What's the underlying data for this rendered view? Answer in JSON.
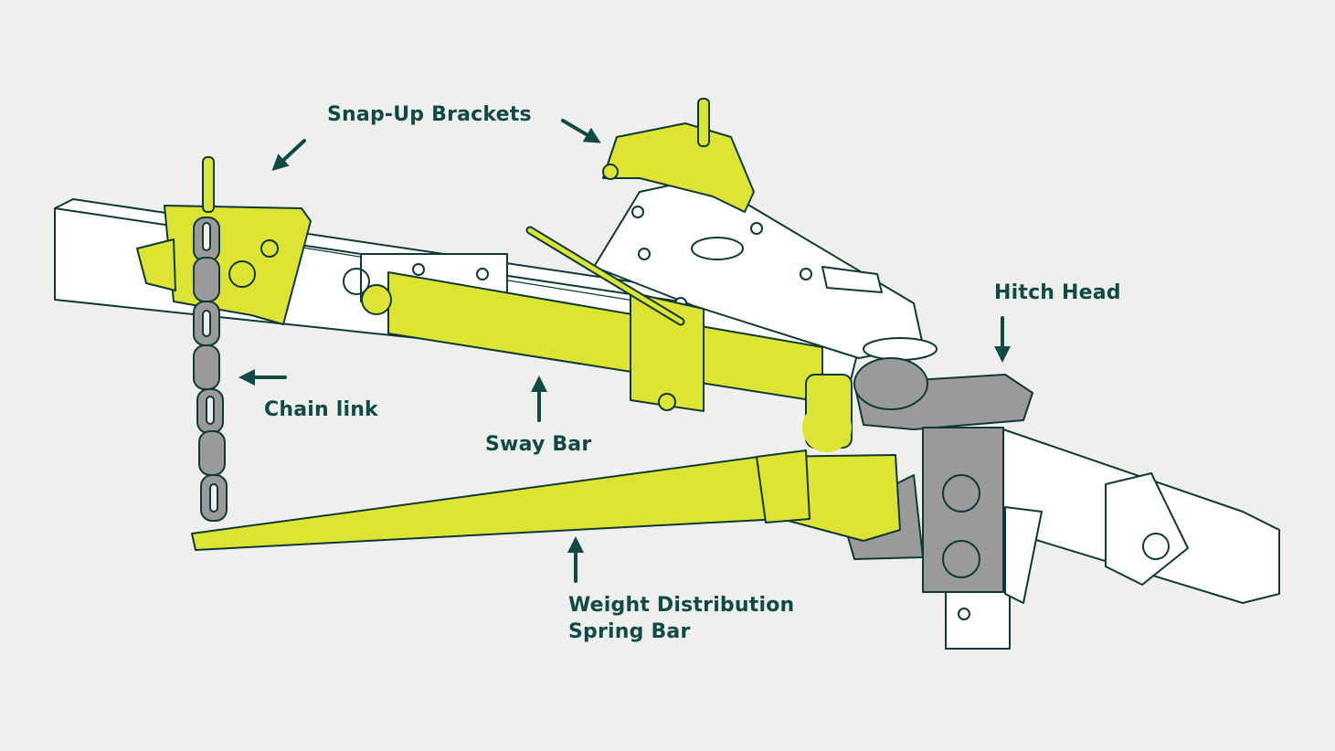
{
  "labels": {
    "snap_up_brackets": "Snap-Up Brackets",
    "hitch_head": "Hitch Head",
    "chain_link": "Chain link",
    "sway_bar": "Sway Bar",
    "spring_bar_line1": "Weight Distribution",
    "spring_bar_line2": "Spring Bar"
  },
  "colors": {
    "background": "#efefee",
    "label_text": "#0f4a45",
    "arrow": "#0f4a45",
    "highlight_yellow": "#dde433",
    "hitch_gray": "#9a9a9a",
    "outline": "#0d3a36",
    "frame_white": "#ffffff"
  }
}
